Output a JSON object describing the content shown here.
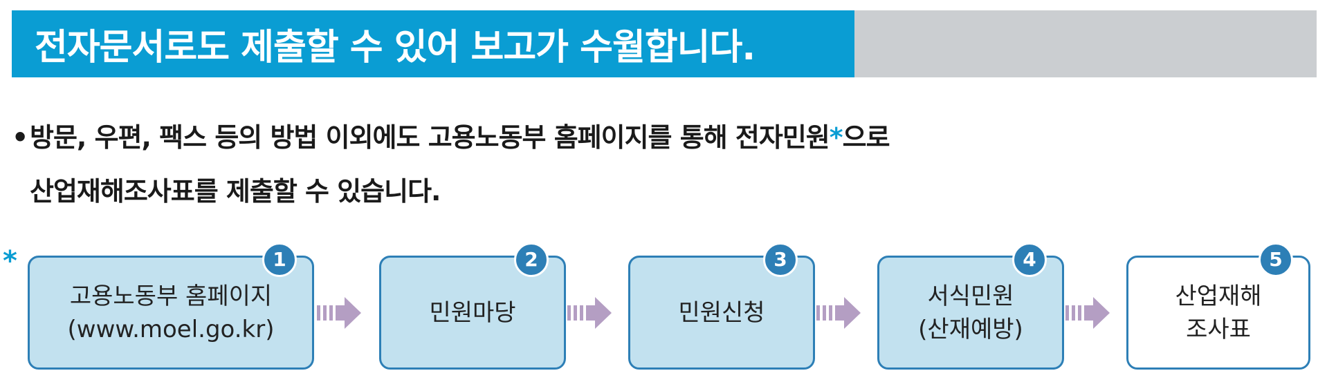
{
  "banner": {
    "title": "전자문서로도 제출할 수 있어 보고가 수월합니다.",
    "accent_color": "#0a9dd3",
    "secondary_color": "#cbced1"
  },
  "paragraph": {
    "bullet": "•",
    "line1_pre": "방문, 우편, 팩스 등의 방법 이외에도 고용노동부 홈페이지를 통해 전자민원",
    "asterisk": "*",
    "line1_post": "으로",
    "line2": "산업재해조사표를 제출할 수 있습니다."
  },
  "side_note": {
    "asterisk": "*"
  },
  "steps": [
    {
      "number": "1",
      "line1": "고용노동부 홈페이지",
      "line2": "(www.moel.go.kr)",
      "style": "filled"
    },
    {
      "number": "2",
      "line1": "민원마당",
      "line2": "",
      "style": "filled"
    },
    {
      "number": "3",
      "line1": "민원신청",
      "line2": "",
      "style": "filled"
    },
    {
      "number": "4",
      "line1": "서식민원",
      "line2": "(산재예방)",
      "style": "filled"
    },
    {
      "number": "5",
      "line1": "산업재해",
      "line2": "조사표",
      "style": "empty"
    }
  ],
  "colors": {
    "box_border": "#2d7fb6",
    "box_fill": "#c2e1ef",
    "arrow": "#b49ec3"
  },
  "icons": {
    "arrow": "arrow-right-icon"
  }
}
